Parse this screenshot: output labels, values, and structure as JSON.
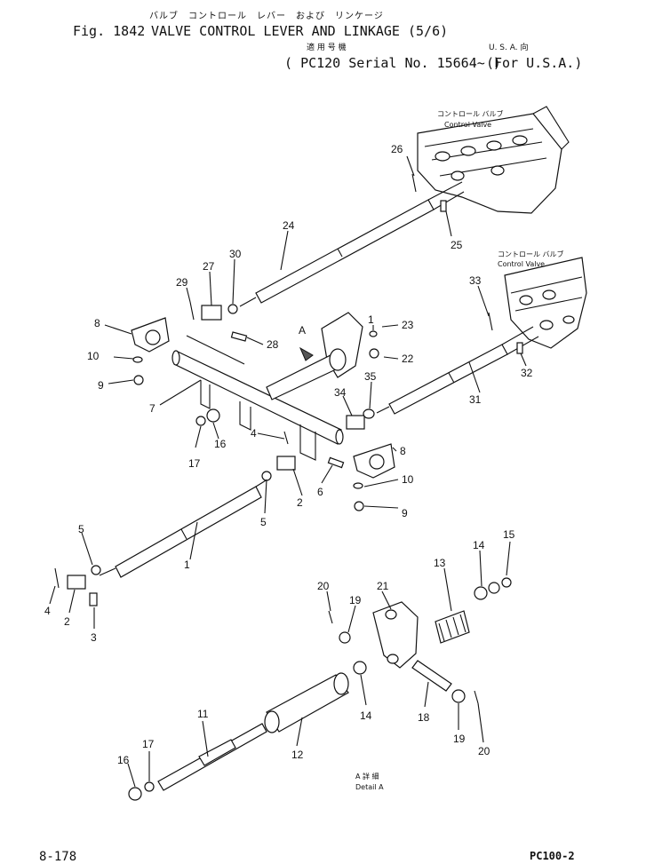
{
  "header": {
    "jp_title": "バルブ　コントロール　レバー　および　リンケージ",
    "fig": "Fig. 1842",
    "title": "VALVE CONTROL LEVER AND LINKAGE (5/6)",
    "applicable_jp": "適 用 号 機",
    "serial": "PC120 Serial No. 15664~",
    "usa_jp": "U. S. A. 向",
    "usa": "(For U.S.A.)"
  },
  "callouts": {
    "control_valve_jp": "コントロール バルブ",
    "control_valve": "Control Valve",
    "detail_letter": "A",
    "detail_jp": "A 詳 細",
    "detail_en": "Detail A"
  },
  "parts": [
    "1",
    "2",
    "3",
    "4",
    "5",
    "6",
    "7",
    "8",
    "9",
    "10",
    "11",
    "12",
    "13",
    "14",
    "15",
    "16",
    "17",
    "18",
    "19",
    "20",
    "21",
    "22",
    "23",
    "24",
    "25",
    "26",
    "27",
    "28",
    "29",
    "30",
    "31",
    "32",
    "33",
    "34",
    "35"
  ],
  "footer": {
    "page": "8-178",
    "model": "PC100-2"
  }
}
